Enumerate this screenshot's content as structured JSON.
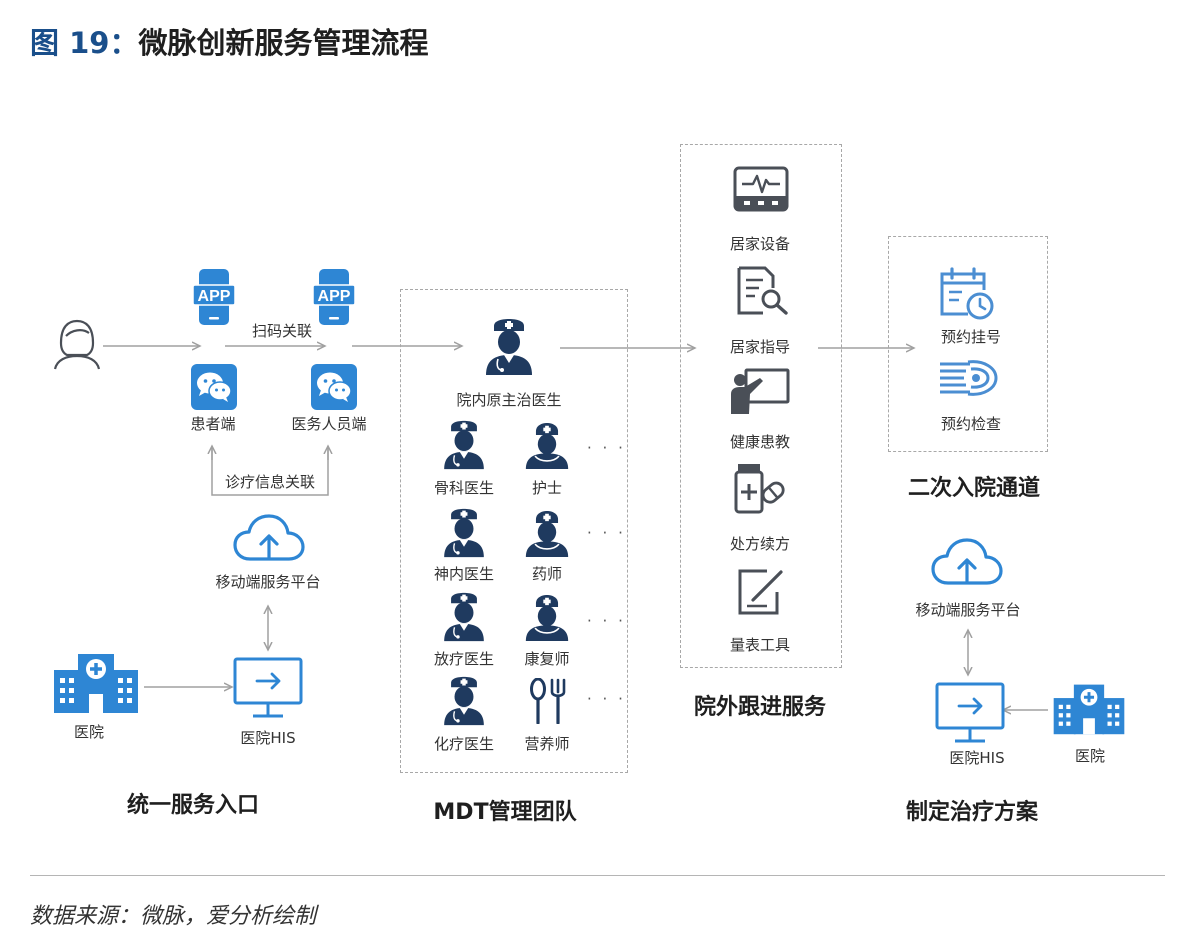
{
  "title": {
    "prefix": "图 19：",
    "text": "微脉创新服务管理流程"
  },
  "entry": {
    "patient_app": "患者端",
    "medical_app": "医务人员端",
    "scan_link": "扫码关联",
    "diag_link": "诊疗信息关联",
    "mobile_platform": "移动端服务平台",
    "hospital": "医院",
    "his": "医院HIS",
    "app_text": "APP",
    "section": "统一服务入口"
  },
  "mdt": {
    "lead": "院内原主治医生",
    "members": [
      "骨科医生",
      "护士",
      "神内医生",
      "药师",
      "放疗医生",
      "康复师",
      "化疗医生",
      "营养师"
    ],
    "ellipsis": "· · ·",
    "section": "MDT管理团队"
  },
  "followup": {
    "items": [
      "居家设备",
      "居家指导",
      "健康患教",
      "处方续方",
      "量表工具"
    ],
    "section": "院外跟进服务"
  },
  "readmit": {
    "items": [
      "预约挂号",
      "预约检查"
    ],
    "section": "二次入院通道"
  },
  "treatment": {
    "mobile_platform": "移动端服务平台",
    "his": "医院HIS",
    "hospital": "医院",
    "section": "制定治疗方案"
  },
  "source": "数据来源：微脉，爱分析绘制",
  "colors": {
    "accent": "#2e86d4",
    "dark": "#1f3a5f",
    "gray_icon": "#4a4f57",
    "arrow": "#a0a0a0",
    "title_num": "#1a4f8b"
  }
}
